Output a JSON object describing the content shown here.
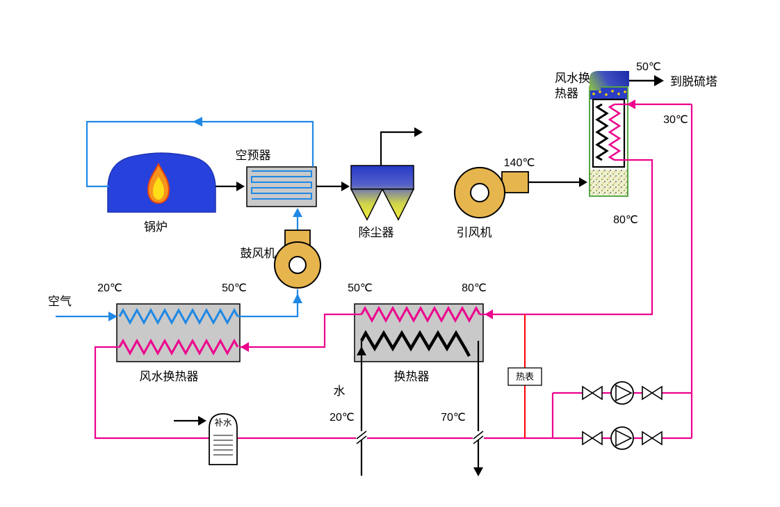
{
  "diagram": {
    "air_inlet_label": "空气",
    "boiler": {
      "label": "锅炉"
    },
    "air_preheater": {
      "label": "空预器"
    },
    "blower": {
      "label": "鼓风机"
    },
    "dust_collector": {
      "label": "除尘器"
    },
    "induced_draft_fan": {
      "label": "引风机",
      "outlet_temp": "140℃"
    },
    "flue_gas_heat_exchanger": {
      "label_line1": "风水换",
      "label_line2": "热器",
      "flue_out_temp": "50℃",
      "flue_out_dest": "到脱硫塔",
      "water_return_temp": "30℃",
      "water_supply_temp": "80℃"
    },
    "air_water_heat_exchanger": {
      "label": "风水换热器",
      "air_in_temp": "20℃",
      "air_out_temp": "50℃"
    },
    "water_heat_exchanger": {
      "label": "换热器",
      "hot_in_temp": "80℃",
      "hot_out_temp": "50℃",
      "water_label": "水",
      "cold_in_temp": "20℃",
      "cold_out_temp": "70℃"
    },
    "heat_meter": {
      "label": "热表"
    },
    "makeup_tank": {
      "label": "补水"
    },
    "colors": {
      "air_line": "#1E88E5",
      "hot_water_line": "#EC008C",
      "flue_line": "#000000",
      "meter_line": "#FF0000",
      "fan_body": "#E7B54E",
      "boiler_body": "#2742DC",
      "exchanger_box": "#C9C9C9",
      "unit_border": "#56A541"
    }
  }
}
